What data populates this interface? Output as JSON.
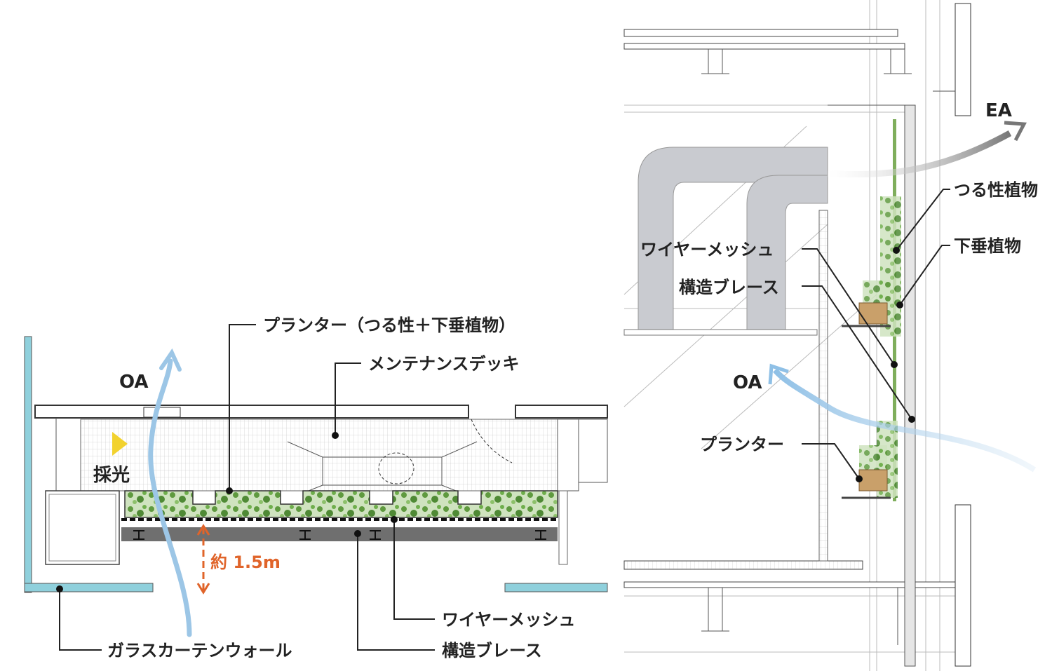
{
  "plan": {
    "labels": {
      "planter": "プランター（つる性＋下垂植物）",
      "deck": "メンテナンスデッキ",
      "oa": "OA",
      "daylight": "採光",
      "distance": "約 1.5m",
      "wire_mesh": "ワイヤーメッシュ",
      "brace": "構造ブレース",
      "curtain_wall": "ガラスカーテンウォール"
    }
  },
  "section": {
    "labels": {
      "ea": "EA",
      "climbing": "つる性植物",
      "hanging": "下垂植物",
      "wire_mesh": "ワイヤーメッシュ",
      "brace": "構造ブレース",
      "oa": "OA",
      "planter": "プランター"
    }
  },
  "colors": {
    "greenery": "#7fae5c",
    "airflow": "#9cc6e6",
    "daylight": "#f2d22e",
    "dimension": "#e0642a",
    "glass": "#8fd0dc"
  }
}
